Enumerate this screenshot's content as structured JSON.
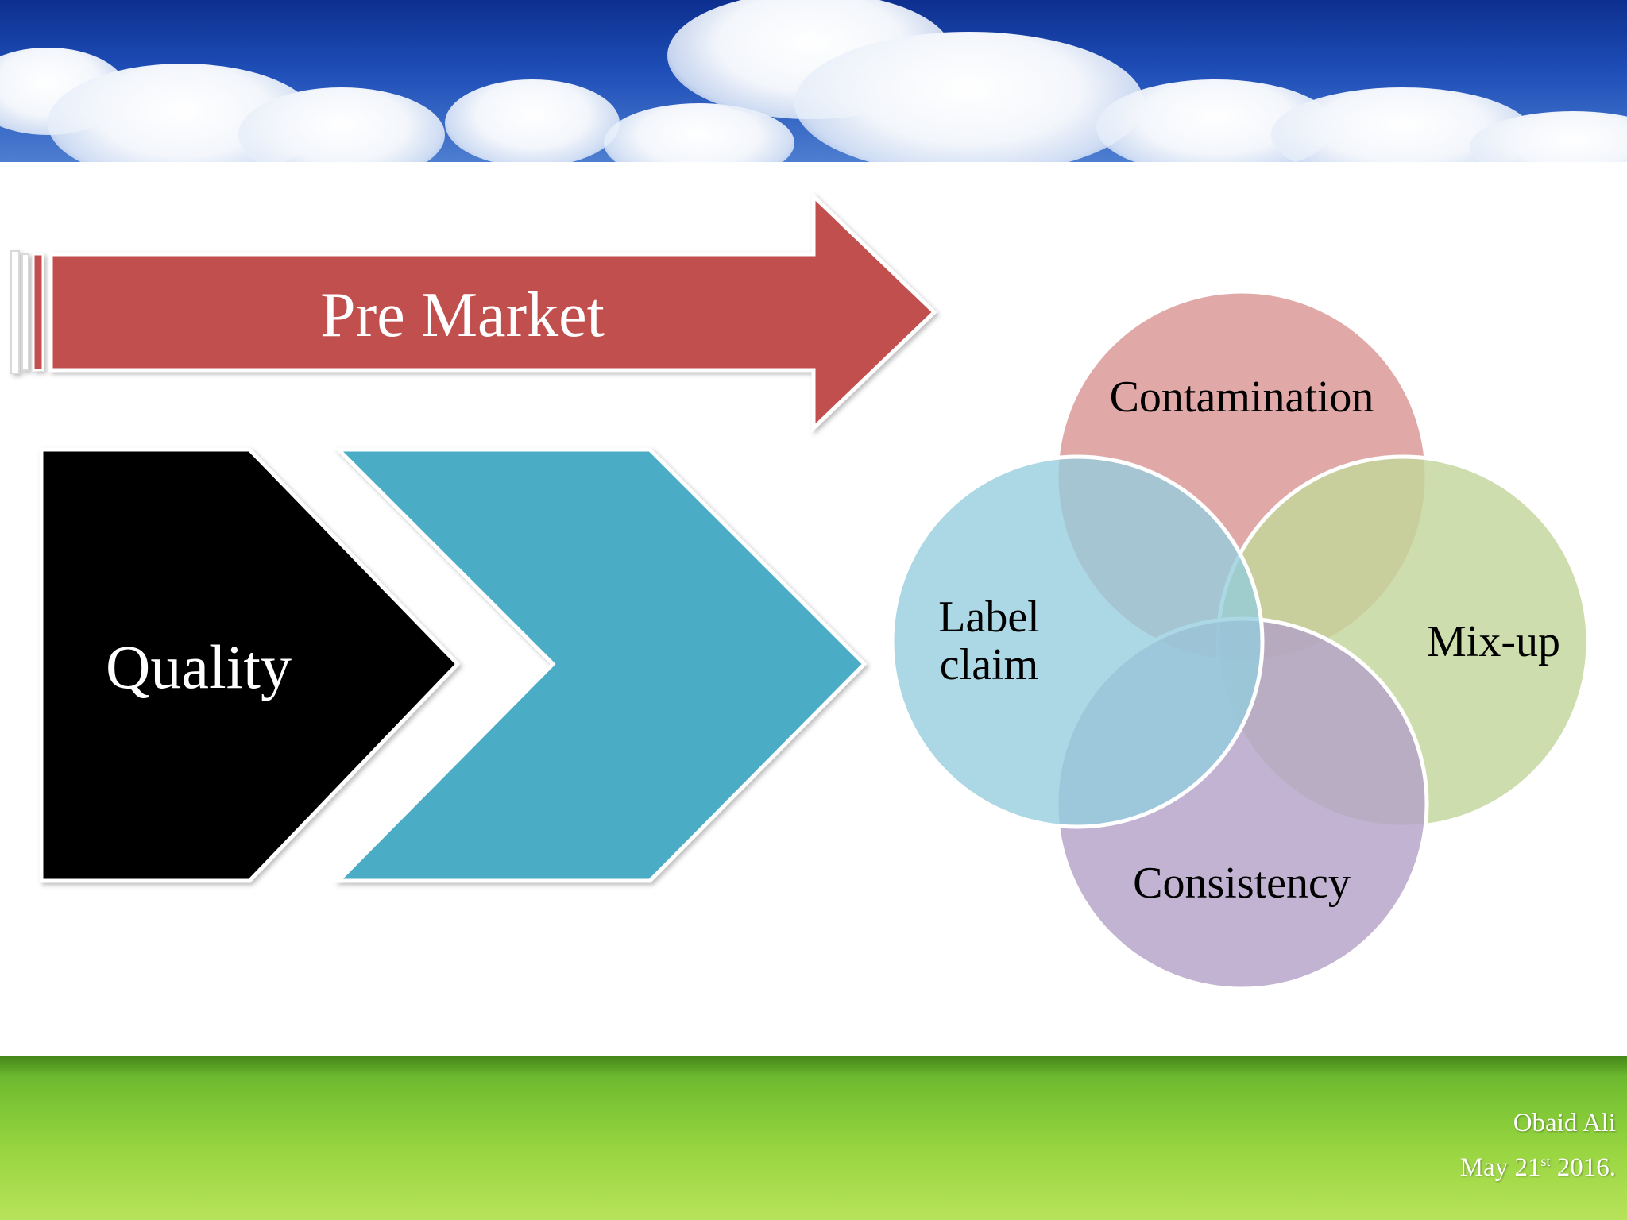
{
  "banner": {
    "label": "Pre Market",
    "color": "#c0504d"
  },
  "chevrons": {
    "first_label": "Quality",
    "first_color": "#000000",
    "second_color": "#4bacc6"
  },
  "venn": {
    "circles": [
      {
        "label": "Contamination",
        "color": "#d99694"
      },
      {
        "label": "Mix-up",
        "color": "#c3d69b"
      },
      {
        "label": "Consistency",
        "color": "#b3a2c7"
      },
      {
        "label_line1": "Label",
        "label_line2": "claim",
        "color": "#93cddd"
      }
    ]
  },
  "footer": {
    "author": "Obaid Ali",
    "date_prefix": "May 21",
    "date_sup": "st",
    "date_suffix": " 2016."
  }
}
